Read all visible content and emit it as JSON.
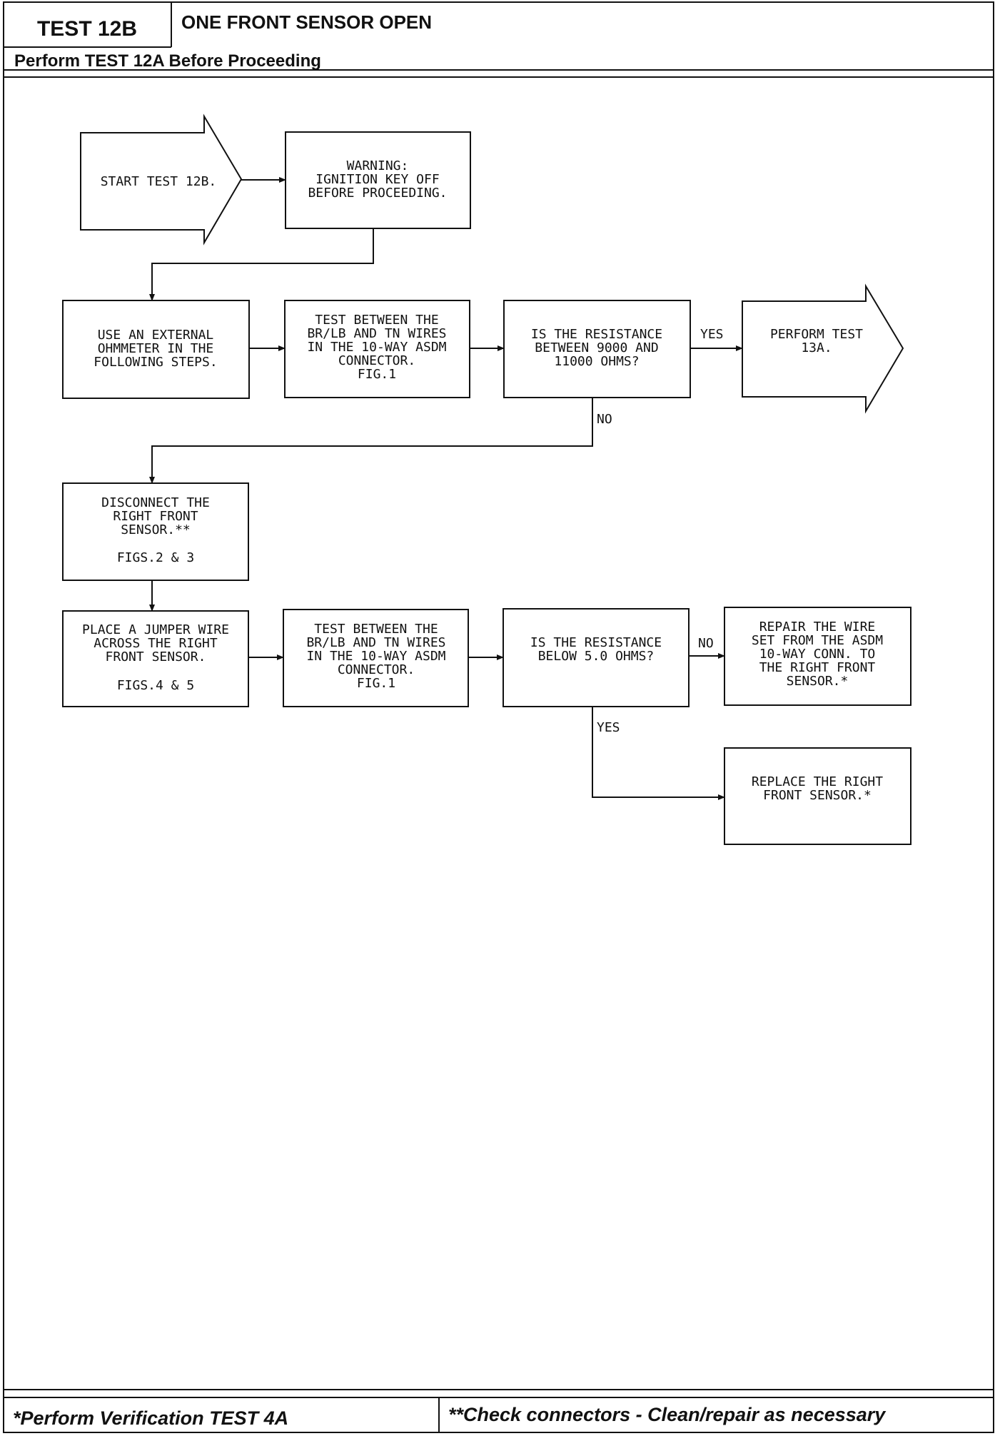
{
  "header": {
    "test_id": "TEST 12B",
    "title": "ONE FRONT SENSOR OPEN",
    "subtitle": "Perform TEST 12A Before Proceeding"
  },
  "flow": {
    "start": [
      "START TEST 12B."
    ],
    "warning": [
      "WARNING:",
      "IGNITION KEY OFF",
      "BEFORE PROCEEDING."
    ],
    "ohmmeter": [
      "USE AN EXTERNAL",
      "OHMMETER IN THE",
      "FOLLOWING STEPS."
    ],
    "test1": [
      "TEST BETWEEN THE",
      "BR/LB AND TN WIRES",
      "IN THE 10-WAY ASDM",
      "CONNECTOR.",
      "FIG.1"
    ],
    "question1": [
      "IS THE RESISTANCE",
      "BETWEEN 9000 AND",
      "11000 OHMS?"
    ],
    "perform13a": [
      "PERFORM TEST",
      "13A."
    ],
    "disconnect": [
      "DISCONNECT THE",
      "RIGHT FRONT",
      "SENSOR.**",
      "",
      "FIGS.2 & 3"
    ],
    "jumper": [
      "PLACE A JUMPER WIRE",
      "ACROSS THE RIGHT",
      "FRONT SENSOR.",
      "",
      "FIGS.4 & 5"
    ],
    "test2": [
      "TEST BETWEEN THE",
      "BR/LB AND TN WIRES",
      "IN THE 10-WAY ASDM",
      "CONNECTOR.",
      "FIG.1"
    ],
    "question2": [
      "IS THE RESISTANCE",
      "BELOW 5.0 OHMS?"
    ],
    "repair": [
      "REPAIR THE WIRE",
      "SET FROM THE ASDM",
      "10-WAY CONN. TO",
      "THE RIGHT FRONT",
      "SENSOR.*"
    ],
    "replace": [
      "REPLACE THE RIGHT",
      "FRONT SENSOR.*"
    ],
    "labels": {
      "yes1": "YES",
      "no1": "NO",
      "no2": "NO",
      "yes2": "YES"
    }
  },
  "footer": {
    "left": "*Perform Verification  TEST 4A",
    "right": "**Check connectors - Clean/repair as necessary"
  }
}
